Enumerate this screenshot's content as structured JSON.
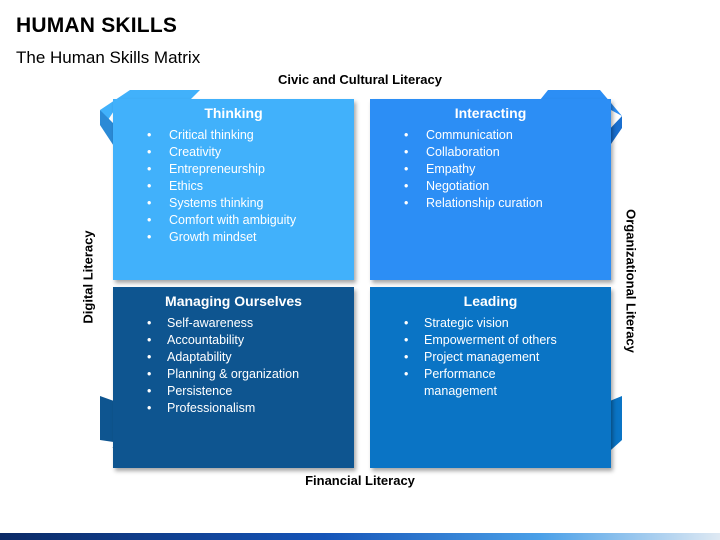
{
  "header": {
    "title": "HUMAN SKILLS",
    "subtitle": "The Human Skills Matrix"
  },
  "axes": {
    "top": "Civic and Cultural Literacy",
    "bottom": "Financial Literacy",
    "left": "Digital Literacy",
    "right": "Organizational Literacy"
  },
  "quadrants": [
    {
      "title": "Thinking",
      "color": "#41b1fb",
      "items": [
        "Critical thinking",
        "Creativity",
        "Entrepreneurship",
        "Ethics",
        "Systems thinking",
        "Comfort with ambiguity",
        "Growth mindset"
      ]
    },
    {
      "title": "Interacting",
      "color": "#2c8ef5",
      "items": [
        "Communication",
        "Collaboration",
        "Empathy",
        "Negotiation",
        "Relationship curation"
      ]
    },
    {
      "title": "Managing Ourselves",
      "color": "#0e5590",
      "items": [
        "Self-awareness",
        "Accountability",
        "Adaptability",
        "Planning & organization",
        "Persistence",
        "Professionalism"
      ]
    },
    {
      "title": "Leading",
      "color": "#0a74c5",
      "items": [
        "Strategic vision",
        "Empowerment of others",
        "Project management",
        "Performance management"
      ]
    }
  ]
}
